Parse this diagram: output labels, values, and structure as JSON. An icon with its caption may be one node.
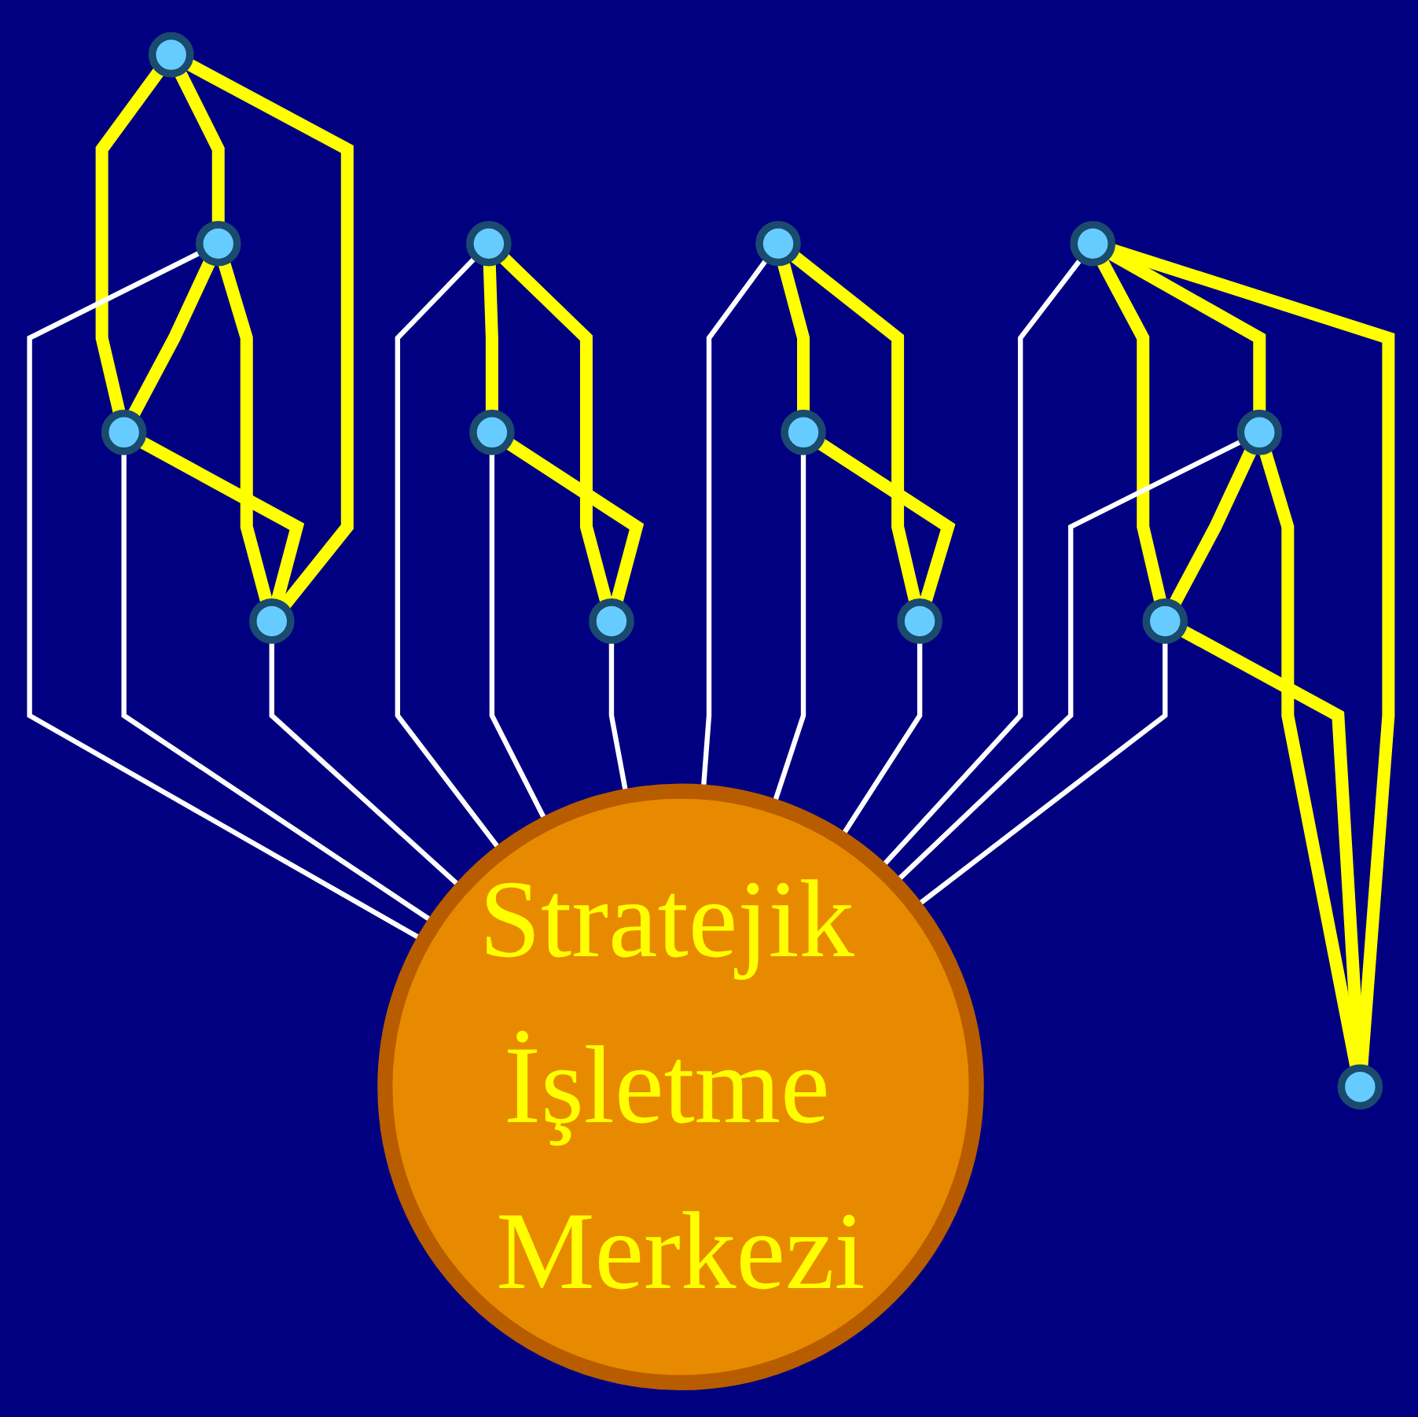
{
  "diagram": {
    "nodes": [
      {
        "text": [
          "Stratejik İşletme Merkezi"
        ]
      },
      {
        "text": [],
        "shape": "circle"
      },
      {
        "text": [],
        "shape": "circle"
      },
      {
        "text": [],
        "shape": "circle"
      },
      {
        "text": [],
        "shape": "circle"
      },
      {
        "text": [],
        "shape": "circle"
      },
      {
        "text": [],
        "shape": "circle"
      },
      {
        "text": [],
        "shape": "circle"
      },
      {
        "text": [],
        "shape": "circle"
      },
      {
        "text": [],
        "shape": "circle"
      },
      {
        "text": [],
        "shape": "circle"
      },
      {
        "text": [],
        "shape": "circle"
      },
      {
        "text": [],
        "shape": "circle"
      },
      {
        "text": [],
        "shape": "circle"
      },
      {
        "text": [],
        "shape": "circle"
      }
    ],
    "edges": [
      {
        "from": 1,
        "to": 2,
        "arrow": "none"
      },
      {
        "from": 1,
        "to": 3,
        "arrow": "none"
      },
      {
        "from": 2,
        "to": 4,
        "arrow": "none"
      },
      {
        "from": 3,
        "to": 4,
        "arrow": "none"
      },
      {
        "from": 1,
        "to": 4,
        "arrow": "none"
      },
      {
        "from": 2,
        "to": 3,
        "arrow": "none"
      },
      {
        "from": 2,
        "to": 0,
        "arrow": "none",
        "color": "#ffffff"
      },
      {
        "from": 3,
        "to": 0,
        "arrow": "none",
        "color": "#ffffff"
      },
      {
        "from": 4,
        "to": 0,
        "arrow": "none",
        "color": "#ffffff"
      },
      {
        "from": 5,
        "to": 6,
        "arrow": "none"
      },
      {
        "from": 5,
        "to": 7,
        "arrow": "none"
      },
      {
        "from": 6,
        "to": 7,
        "arrow": "none"
      },
      {
        "from": 5,
        "to": 0,
        "arrow": "none",
        "color": "#ffffff"
      },
      {
        "from": 6,
        "to": 0,
        "arrow": "none",
        "color": "#ffffff"
      },
      {
        "from": 7,
        "to": 0,
        "arrow": "none",
        "color": "#ffffff"
      },
      {
        "from": 8,
        "to": 9,
        "arrow": "none"
      },
      {
        "from": 8,
        "to": 10,
        "arrow": "none"
      },
      {
        "from": 9,
        "to": 10,
        "arrow": "none"
      },
      {
        "from": 8,
        "to": 0,
        "arrow": "none",
        "color": "#ffffff"
      },
      {
        "from": 9,
        "to": 0,
        "arrow": "none",
        "color": "#ffffff"
      },
      {
        "from": 10,
        "to": 0,
        "arrow": "none",
        "color": "#ffffff"
      },
      {
        "from": 11,
        "to": 12,
        "arrow": "none"
      },
      {
        "from": 11,
        "to": 13,
        "arrow": "none"
      },
      {
        "from": 12,
        "to": 14,
        "arrow": "none"
      },
      {
        "from": 13,
        "to": 14,
        "arrow": "none"
      },
      {
        "from": 11,
        "to": 14,
        "arrow": "none"
      },
      {
        "from": 12,
        "to": 13,
        "arrow": "none"
      },
      {
        "from": 11,
        "to": 0,
        "arrow": "none",
        "color": "#ffffff"
      },
      {
        "from": 12,
        "to": 0,
        "arrow": "none",
        "color": "#ffffff"
      },
      {
        "from": 13,
        "to": 0,
        "arrow": "none",
        "color": "#ffffff"
      }
    ]
  }
}
